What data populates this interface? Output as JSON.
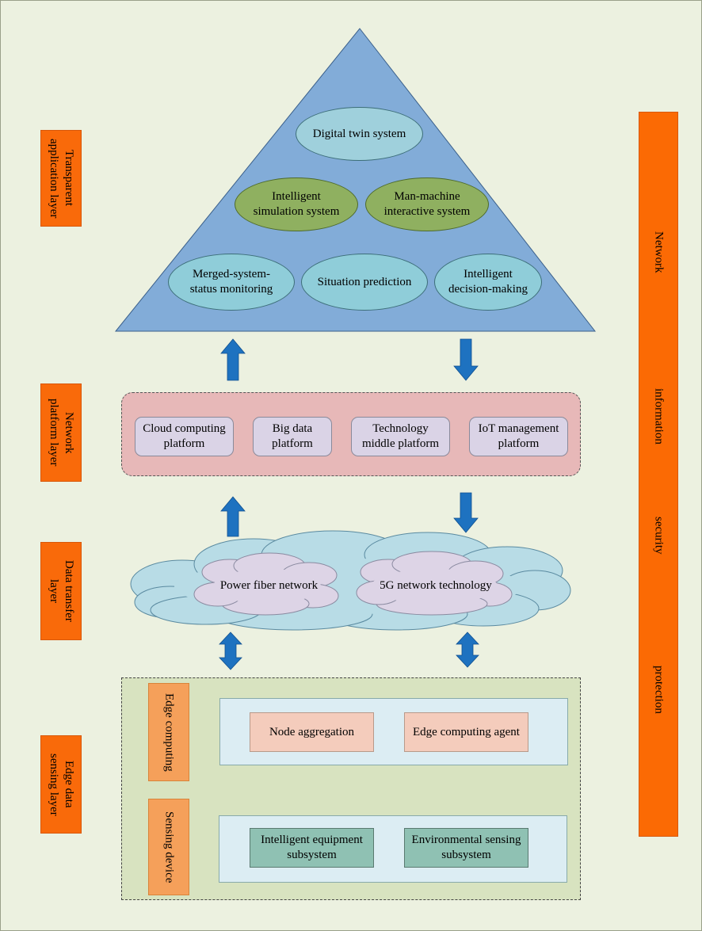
{
  "layers": {
    "transparent_application": "Transparent\napplication layer",
    "network_platform": "Network\nplatform layer",
    "data_transfer": "Data transfer\nlayer",
    "edge_data_sensing": "Edge data\nsensing layer"
  },
  "security_bar": {
    "words": [
      "Network",
      "information",
      "security",
      "protection"
    ]
  },
  "application": {
    "digital_twin": "Digital twin system",
    "intelligent_simulation": "Intelligent\nsimulation system",
    "man_machine": "Man-machine\ninteractive system",
    "merged_monitoring": "Merged-system-\nstatus monitoring",
    "situation_prediction": "Situation prediction",
    "intelligent_decision": "Intelligent\ndecision-making"
  },
  "platform": {
    "items": [
      "Cloud computing\nplatform",
      "Big data\nplatform",
      "Technology\nmiddle platform",
      "IoT management\nplatform"
    ]
  },
  "transfer": {
    "power_fiber": "Power fiber network",
    "fiveg": "5G network technology"
  },
  "edge": {
    "edge_computing_label": "Edge computing",
    "sensing_device_label": "Sensing device",
    "node_aggregation": "Node aggregation",
    "edge_agent": "Edge computing agent",
    "intelligent_equipment": "Intelligent equipment\nsubsystem",
    "environmental_sensing": "Environmental sensing\nsubsystem"
  },
  "colors": {
    "orange": "#fb6a04",
    "light_orange": "#f5a05a",
    "triangle_blue": "#82acd8",
    "arrow_blue": "#1e72c0",
    "platform_pink": "#e7b8b8",
    "cloud_blue": "#b8dce6",
    "cloud_lavender": "#ddd4e6",
    "edge_green": "#d8e3c0"
  }
}
